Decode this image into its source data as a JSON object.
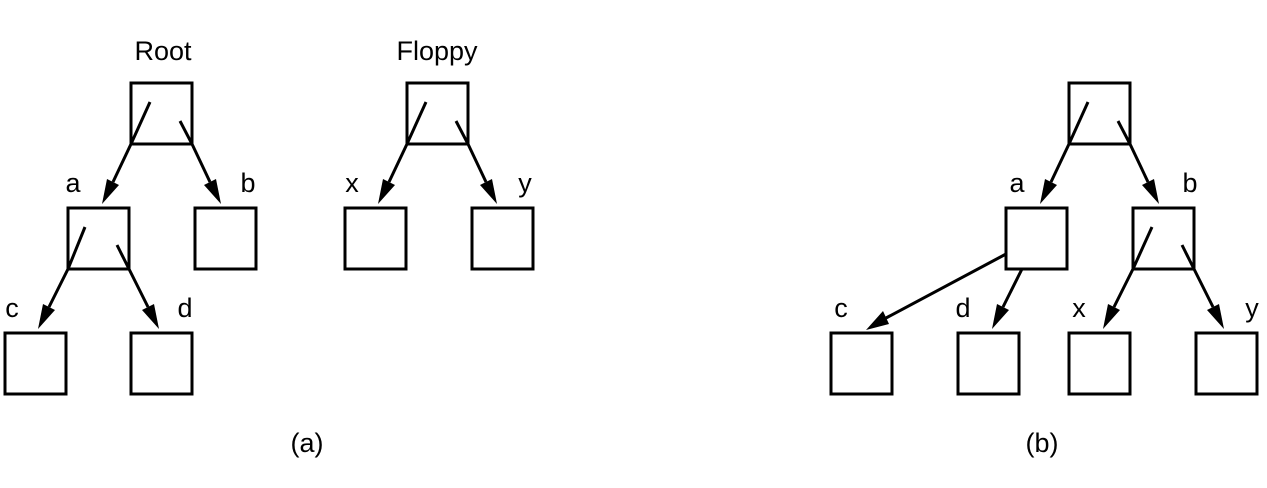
{
  "colors": {
    "stroke": "#000000",
    "background": "#ffffff"
  },
  "panel_a": {
    "caption": "(a)",
    "root_tree": {
      "title": "Root",
      "labels": {
        "a": "a",
        "b": "b",
        "c": "c",
        "d": "d"
      }
    },
    "floppy_tree": {
      "title": "Floppy",
      "labels": {
        "x": "x",
        "y": "y"
      }
    }
  },
  "panel_b": {
    "caption": "(b)",
    "labels": {
      "a": "a",
      "b": "b",
      "c": "c",
      "d": "d",
      "x": "x",
      "y": "y"
    }
  }
}
